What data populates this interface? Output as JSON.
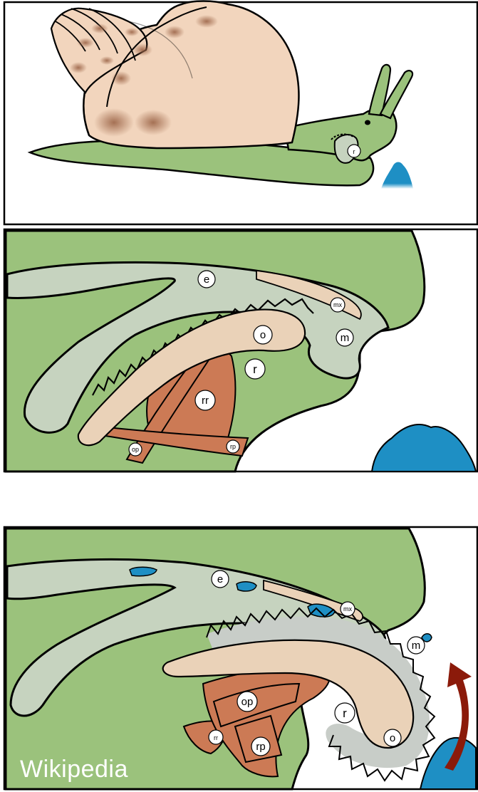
{
  "labels": {
    "panel1": {
      "r": "r"
    },
    "panel2": {
      "e": "e",
      "mx": "mx",
      "m": "m",
      "o": "o",
      "r": "r",
      "rr": "rr",
      "op": "op",
      "rp": "rp"
    },
    "panel3": {
      "e": "e",
      "mx": "mx",
      "m": "m",
      "op": "op",
      "r": "r",
      "o": "o",
      "rr": "rr",
      "rp": "rp"
    }
  },
  "watermark": "Wikipedia",
  "colors": {
    "snail_body": "#9bc27c",
    "shell": "#f2d5bd",
    "shell_spots": "#b07a60",
    "esophagus": "#c6d3bf",
    "odontophore": "#ead2b8",
    "muscle": "#cc7a55",
    "food": "#1e8fc4",
    "arrow": "#8b1a0a",
    "radula_edge": "#d0d4d0"
  }
}
